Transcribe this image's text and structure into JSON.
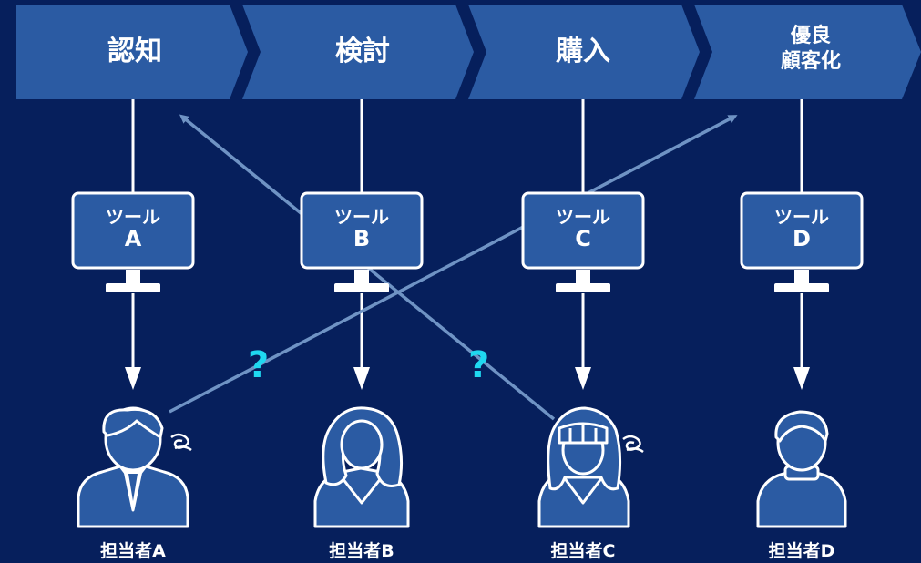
{
  "stages": [
    {
      "label": "認知"
    },
    {
      "label": "検討"
    },
    {
      "label": "購入"
    },
    {
      "label_line1": "優良",
      "label_line2": "顧客化"
    }
  ],
  "tools": [
    {
      "line1": "ツール",
      "line2": "A"
    },
    {
      "line1": "ツール",
      "line2": "B"
    },
    {
      "line1": "ツール",
      "line2": "C"
    },
    {
      "line1": "ツール",
      "line2": "D"
    }
  ],
  "people": [
    {
      "label": "担当者A",
      "icon": "male-suit-confused-icon"
    },
    {
      "label": "担当者B",
      "icon": "female-icon"
    },
    {
      "label": "担当者C",
      "icon": "female-bangs-confused-icon"
    },
    {
      "label": "担当者D",
      "icon": "male-casual-icon"
    }
  ],
  "question_mark": "?",
  "colors": {
    "background": "#061f5c",
    "chevron": "#2b5ba3",
    "monitor_fill": "#2b5ba3",
    "line": "#ffffff",
    "cross_arrow": "#6f93c4",
    "question": "#1fd8f0",
    "person_fill": "#2b5ba3"
  }
}
